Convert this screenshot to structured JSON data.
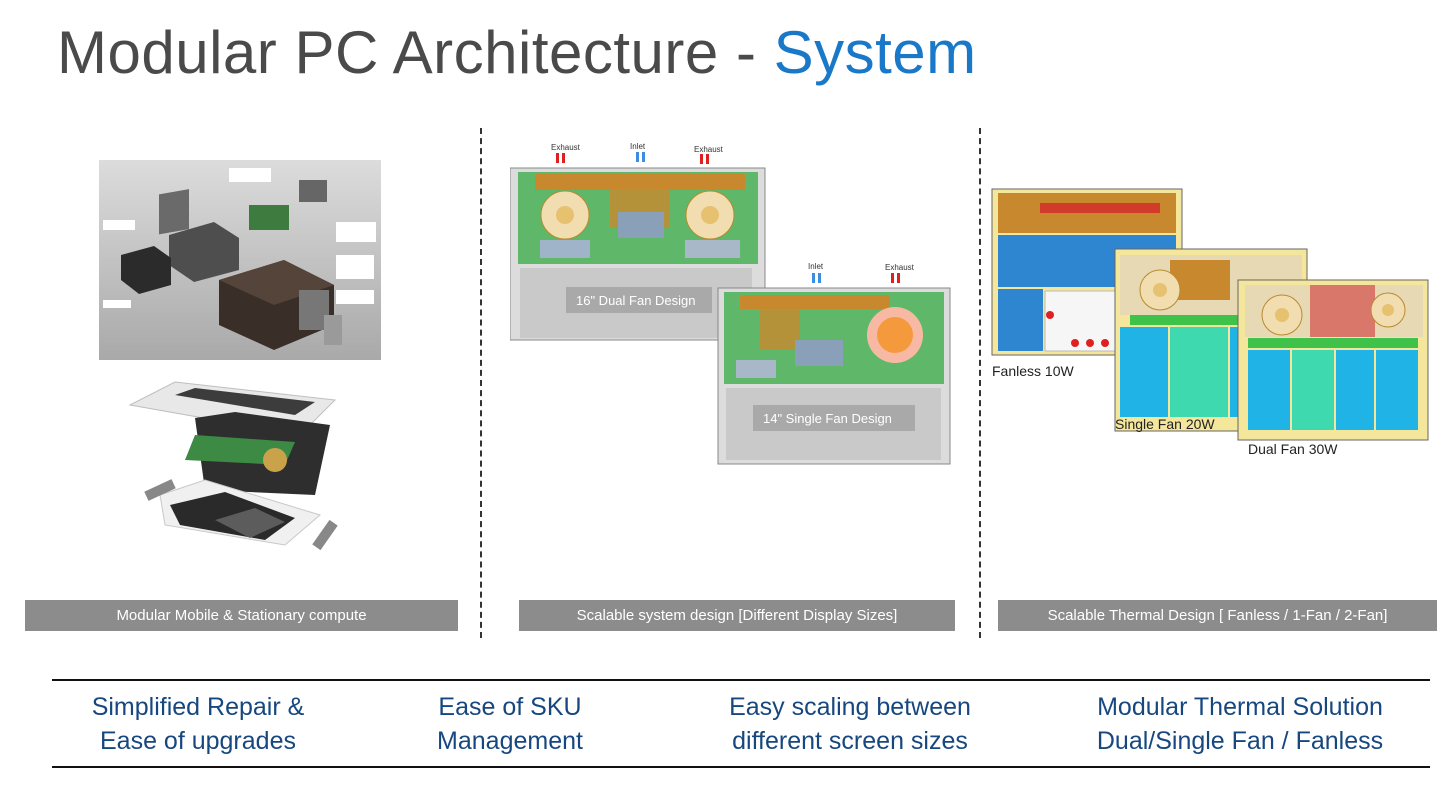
{
  "slide": {
    "title_main": "Modular PC Architecture - ",
    "title_accent": "System",
    "title_color": "#4a4a4a",
    "accent_color": "#1a78c8"
  },
  "panels": [
    {
      "caption": "Modular Mobile & Stationary compute",
      "images": [
        "modular-compute-render",
        "exploded-laptop-render"
      ]
    },
    {
      "caption": "Scalable system design [Different Display Sizes]",
      "board_large_label": "16\" Dual Fan Design",
      "board_small_label": "14\" Single Fan Design",
      "airflow_labels": [
        "Exhaust",
        "Inlet",
        "Exhaust"
      ],
      "airflow_labels_small": [
        "Inlet",
        "Exhaust"
      ]
    },
    {
      "caption": "Scalable Thermal Design [ Fanless / 1-Fan / 2-Fan]",
      "variants": [
        "Fanless 10W",
        "Single Fan 20W",
        "Dual Fan 30W"
      ]
    }
  ],
  "benefits": [
    "Simplified Repair &\nEase of upgrades",
    "Ease of SKU\nManagement",
    "Easy scaling between\ndifferent screen sizes",
    "Modular Thermal Solution\nDual/Single Fan / Fanless"
  ],
  "colors": {
    "caption_bg": "#8c8c8c",
    "benefit_text": "#17477f",
    "board_green": "#5fb86a",
    "heatpipe_orange": "#c8882e",
    "battery_blue": "#2e86d1"
  }
}
